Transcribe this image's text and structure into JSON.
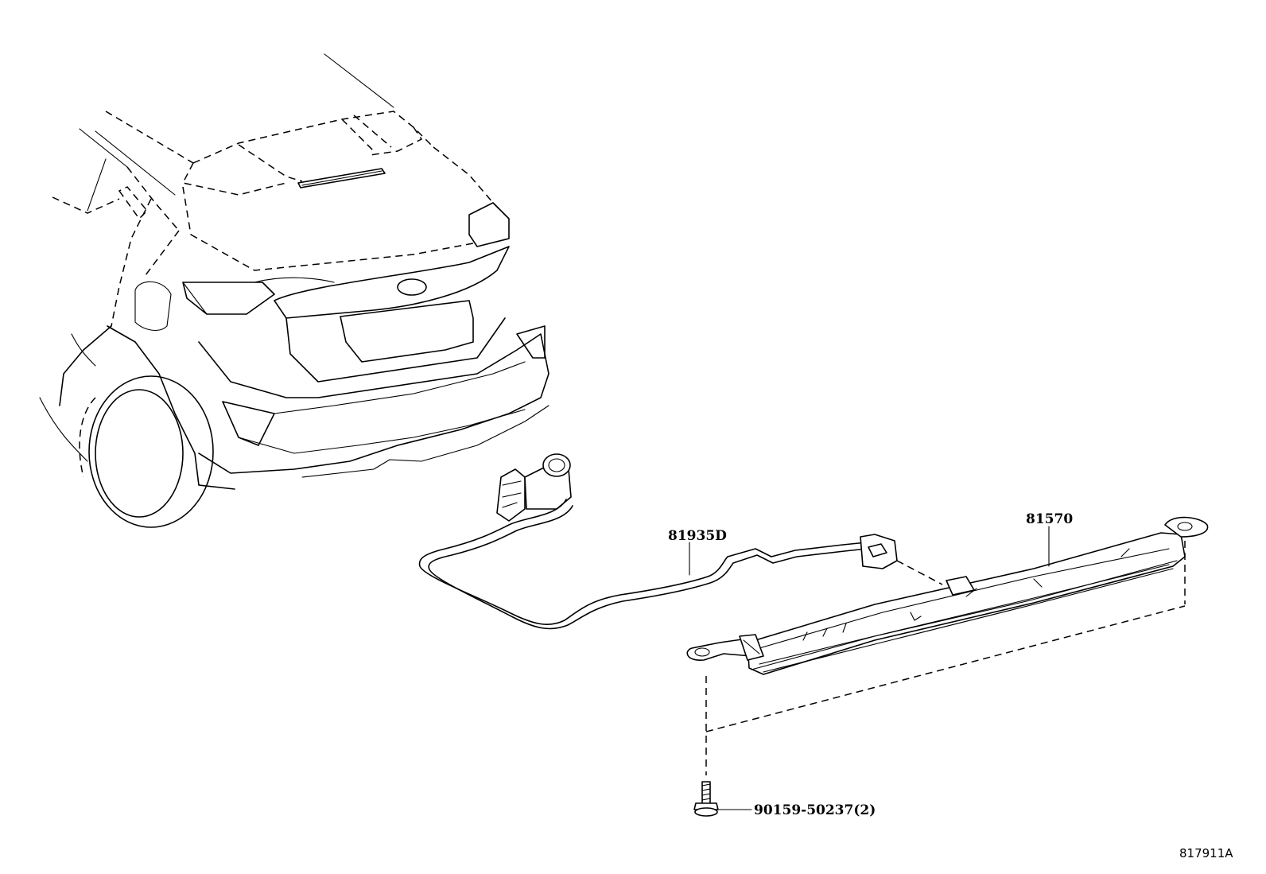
{
  "callouts": {
    "harness": "81935D",
    "lamp": "81570",
    "screw": "90159-50237(2)"
  },
  "figure_id": "817911A"
}
